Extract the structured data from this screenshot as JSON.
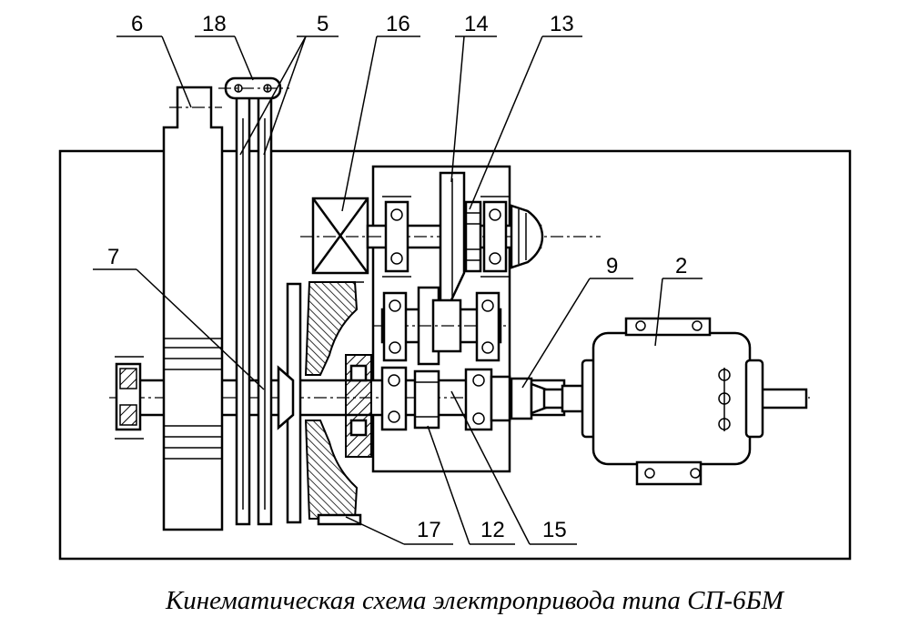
{
  "caption": "Кинематическая схема электропривода типа СП-6БМ",
  "labels": {
    "l6": "6",
    "l18": "18",
    "l5": "5",
    "l16": "16",
    "l14": "14",
    "l13": "13",
    "l7": "7",
    "l9": "9",
    "l2": "2",
    "l17": "17",
    "l12": "12",
    "l15": "15"
  },
  "colors": {
    "ink": "#000000",
    "paper": "#ffffff",
    "hatch": "#000000"
  }
}
